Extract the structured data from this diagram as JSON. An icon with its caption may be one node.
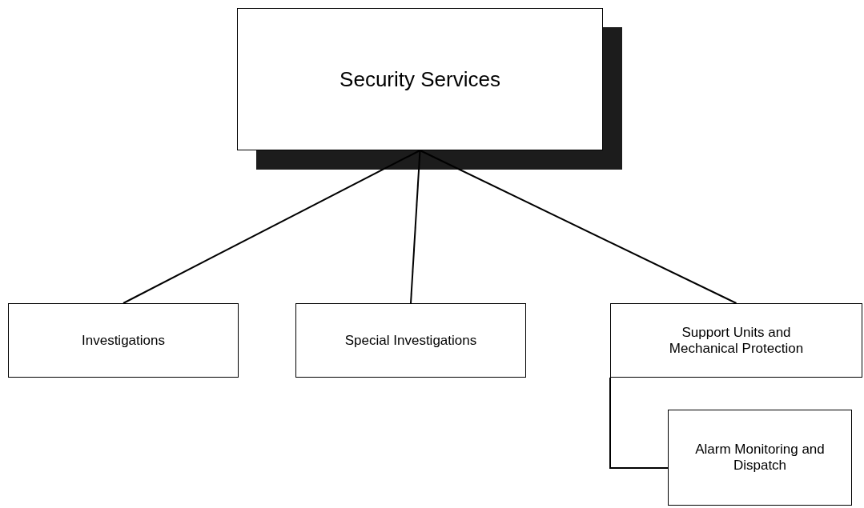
{
  "diagram": {
    "nodes": [
      {
        "text": [
          "Security Services"
        ]
      },
      {
        "text": [
          "Investigations"
        ]
      },
      {
        "text": [
          "Special Investigations"
        ]
      },
      {
        "text": [
          "Support Units and Mechanical Protection"
        ]
      },
      {
        "text": [
          "Alarm Monitoring and Dispatch"
        ]
      }
    ],
    "edges": [
      {
        "from": 0,
        "to": 1,
        "arrow": "none"
      },
      {
        "from": 0,
        "to": 2,
        "arrow": "none"
      },
      {
        "from": 0,
        "to": 3,
        "arrow": "none"
      },
      {
        "from": 3,
        "to": 4,
        "arrow": "none"
      }
    ]
  }
}
